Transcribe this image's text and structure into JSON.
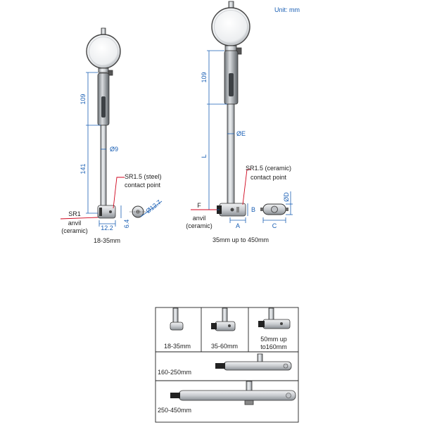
{
  "unit": "Unit: mm",
  "left_gauge": {
    "dim_109": "109",
    "dim_141": "141",
    "dia_9": "Ø9",
    "contact_1": "SR1.5 (steel)",
    "contact_2": "contact point",
    "anvil_1": "SR1",
    "anvil_2": "anvil",
    "anvil_3": "(ceramic)",
    "dim_12_2": "12.2",
    "dim_6_4": "6.4",
    "dia_12_7": "Ø12.7",
    "caption": "18-35mm"
  },
  "right_gauge": {
    "dim_109": "109",
    "dim_l": "L",
    "dia_e": "ØE",
    "contact_1": "SR1.5 (ceramic)",
    "contact_2": "contact point",
    "f_label": "F",
    "anvil_1": "anvil",
    "anvil_2": "(ceramic)",
    "dim_a": "A",
    "dim_b": "B",
    "dim_c": "C",
    "dia_d": "ØD",
    "caption": "35mm up to 450mm"
  },
  "table": {
    "cell_1": "18-35mm",
    "cell_2": "35-60mm",
    "cell_3_line1": "50mm up",
    "cell_3_line2": "to160mm",
    "row_2": "160-250mm",
    "row_3": "250-450mm"
  },
  "colors": {
    "dimension": "#1a5fb4",
    "leader": "#d0021b",
    "outline": "#333333"
  }
}
